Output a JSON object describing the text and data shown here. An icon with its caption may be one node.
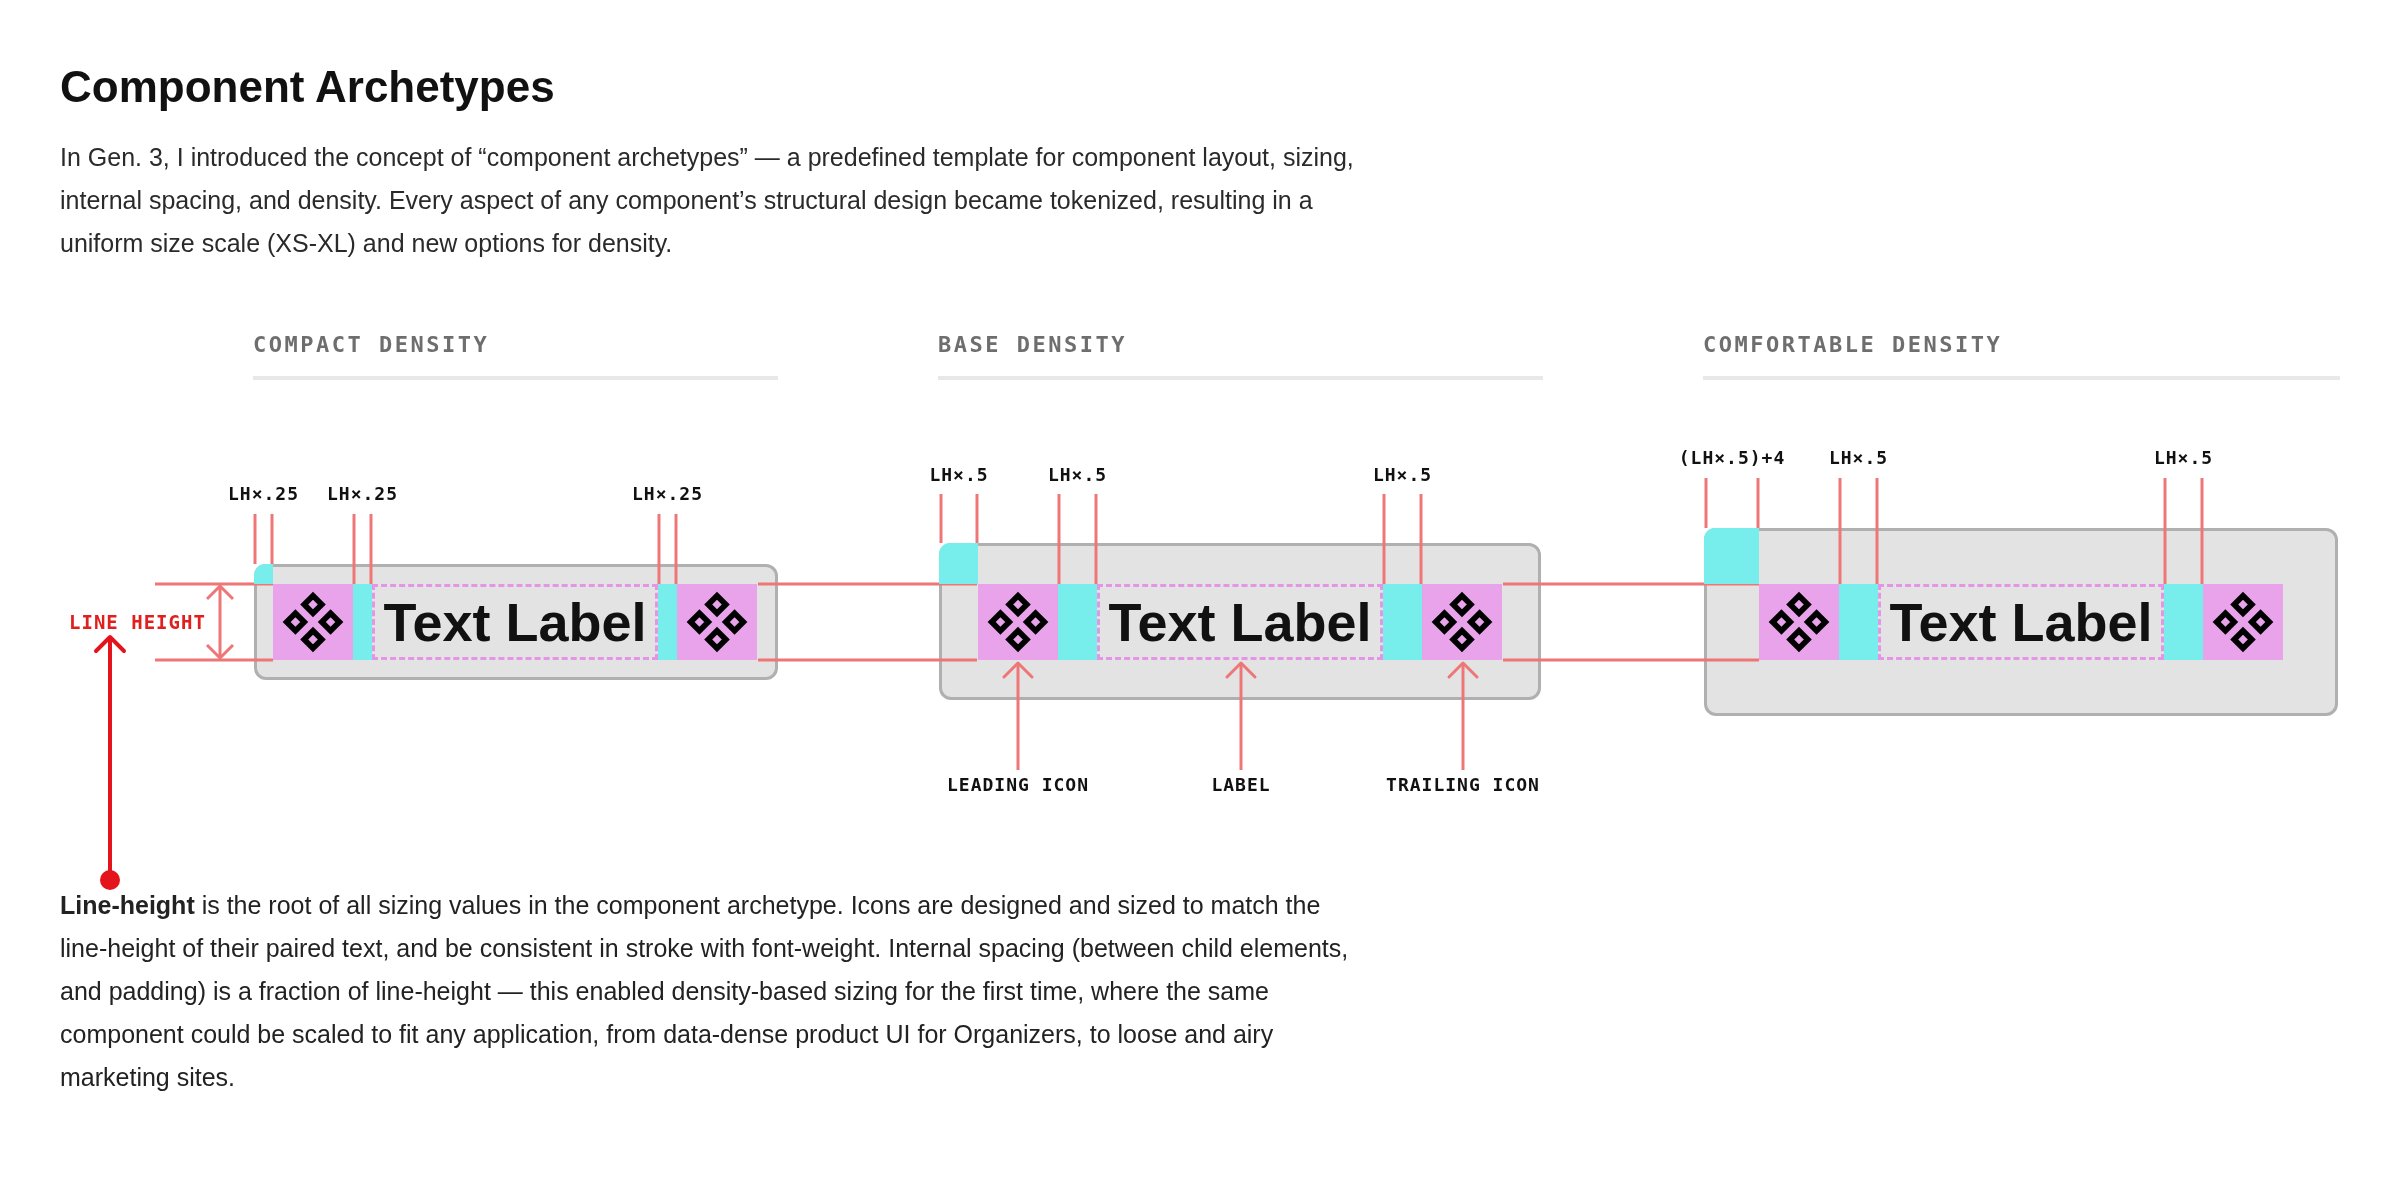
{
  "diagram": {
    "title": "Component Archetypes",
    "nodes": [
      {
        "text": [
          "LINE HEIGHT"
        ]
      },
      {
        "text": [],
        "shape": "box"
      },
      {
        "text": [],
        "shape": "box",
        "in": 1
      },
      {
        "text": [],
        "shape": "picture",
        "in": 1
      },
      {
        "text": [],
        "shape": "box",
        "in": 1
      },
      {
        "text": [
          "Text Label"
        ],
        "in": 1
      },
      {
        "text": [],
        "shape": "box",
        "in": 1
      },
      {
        "text": [],
        "shape": "picture",
        "in": 1
      },
      {
        "text": [],
        "shape": "box"
      },
      {
        "text": [],
        "shape": "box",
        "in": 8
      },
      {
        "text": [],
        "shape": "picture",
        "in": 8
      },
      {
        "text": [],
        "shape": "box",
        "in": 8
      },
      {
        "text": [
          "Text Label"
        ],
        "in": 8
      },
      {
        "text": [],
        "shape": "box",
        "in": 8
      },
      {
        "text": [],
        "shape": "picture",
        "in": 8
      },
      {
        "text": [],
        "shape": "box"
      },
      {
        "text": [],
        "shape": "box",
        "in": 15
      },
      {
        "text": [],
        "shape": "picture",
        "in": 15
      },
      {
        "text": [],
        "shape": "box",
        "in": 15
      },
      {
        "text": [
          "Text Label"
        ],
        "in": 15
      },
      {
        "text": [],
        "shape": "box",
        "in": 15
      },
      {
        "text": [],
        "shape": "picture",
        "in": 15
      },
      {
        "text": [
          "LEADING ICON"
        ]
      },
      {
        "text": [
          "LABEL"
        ]
      },
      {
        "text": [
          "TRAILING ICON"
        ]
      },
      {
        "text": [
          "**Line-height** is the root of all sizing values in the component archetype. Icons are designed and sized to match the line-height of their paired text, and be consistent in stroke with font-weight. Internal spacing (between child elements, and padding) is a fraction of line-height — this enabled density-based sizing for the first time, where the same component could be scaled to fit any application, from data-dense product UI for Organizers, to loose and airy marketing sites."
        ]
      }
    ],
    "edges": [
      {
        "from": 25,
        "to": 0,
        "arrow": "to",
        "color": "#e3141b"
      },
      {
        "from": 22,
        "to": 10,
        "arrow": "to"
      },
      {
        "from": 23,
        "to": 12,
        "arrow": "to"
      },
      {
        "from": 24,
        "to": 14,
        "arrow": "to"
      }
    ],
    "labels": [
      "In Gen. 3, I introduced the concept of “component archetypes” — a predefined template for component layout, sizing, internal spacing, and density. Every aspect of any component’s structural design became tokenized, resulting in a uniform size scale (XS-XL) and new options for density.",
      "COMPACT DENSITY",
      "BASE DENSITY",
      "COMFORTABLE DENSITY",
      "LH×.25",
      "LH×.25",
      "LH×.25",
      "LH×.5",
      "LH×.5",
      "LH×.5",
      "(LH×.5)+4",
      "LH×.5",
      "LH×.5"
    ]
  }
}
